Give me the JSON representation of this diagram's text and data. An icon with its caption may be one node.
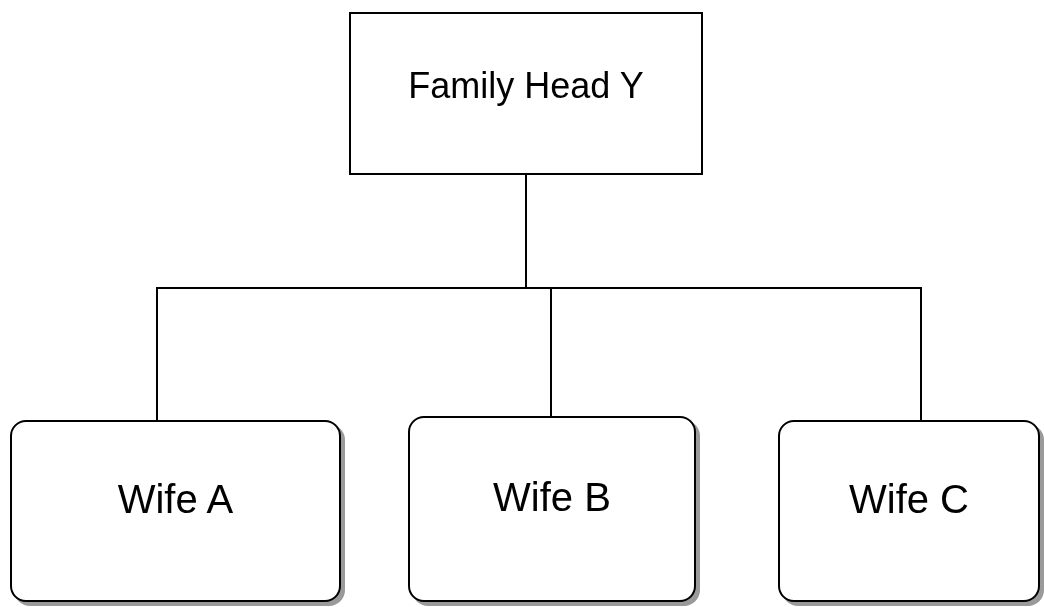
{
  "diagram": {
    "nodes": [
      {
        "text": [
          "Family Head Y"
        ]
      },
      {
        "text": [
          "Wife A"
        ]
      },
      {
        "text": [
          "Wife B"
        ]
      },
      {
        "text": [
          "Wife C"
        ]
      }
    ],
    "edges": [
      {
        "from": 0,
        "to": 1,
        "arrow": "none"
      },
      {
        "from": 0,
        "to": 2,
        "arrow": "none"
      },
      {
        "from": 0,
        "to": 3,
        "arrow": "none"
      }
    ]
  }
}
